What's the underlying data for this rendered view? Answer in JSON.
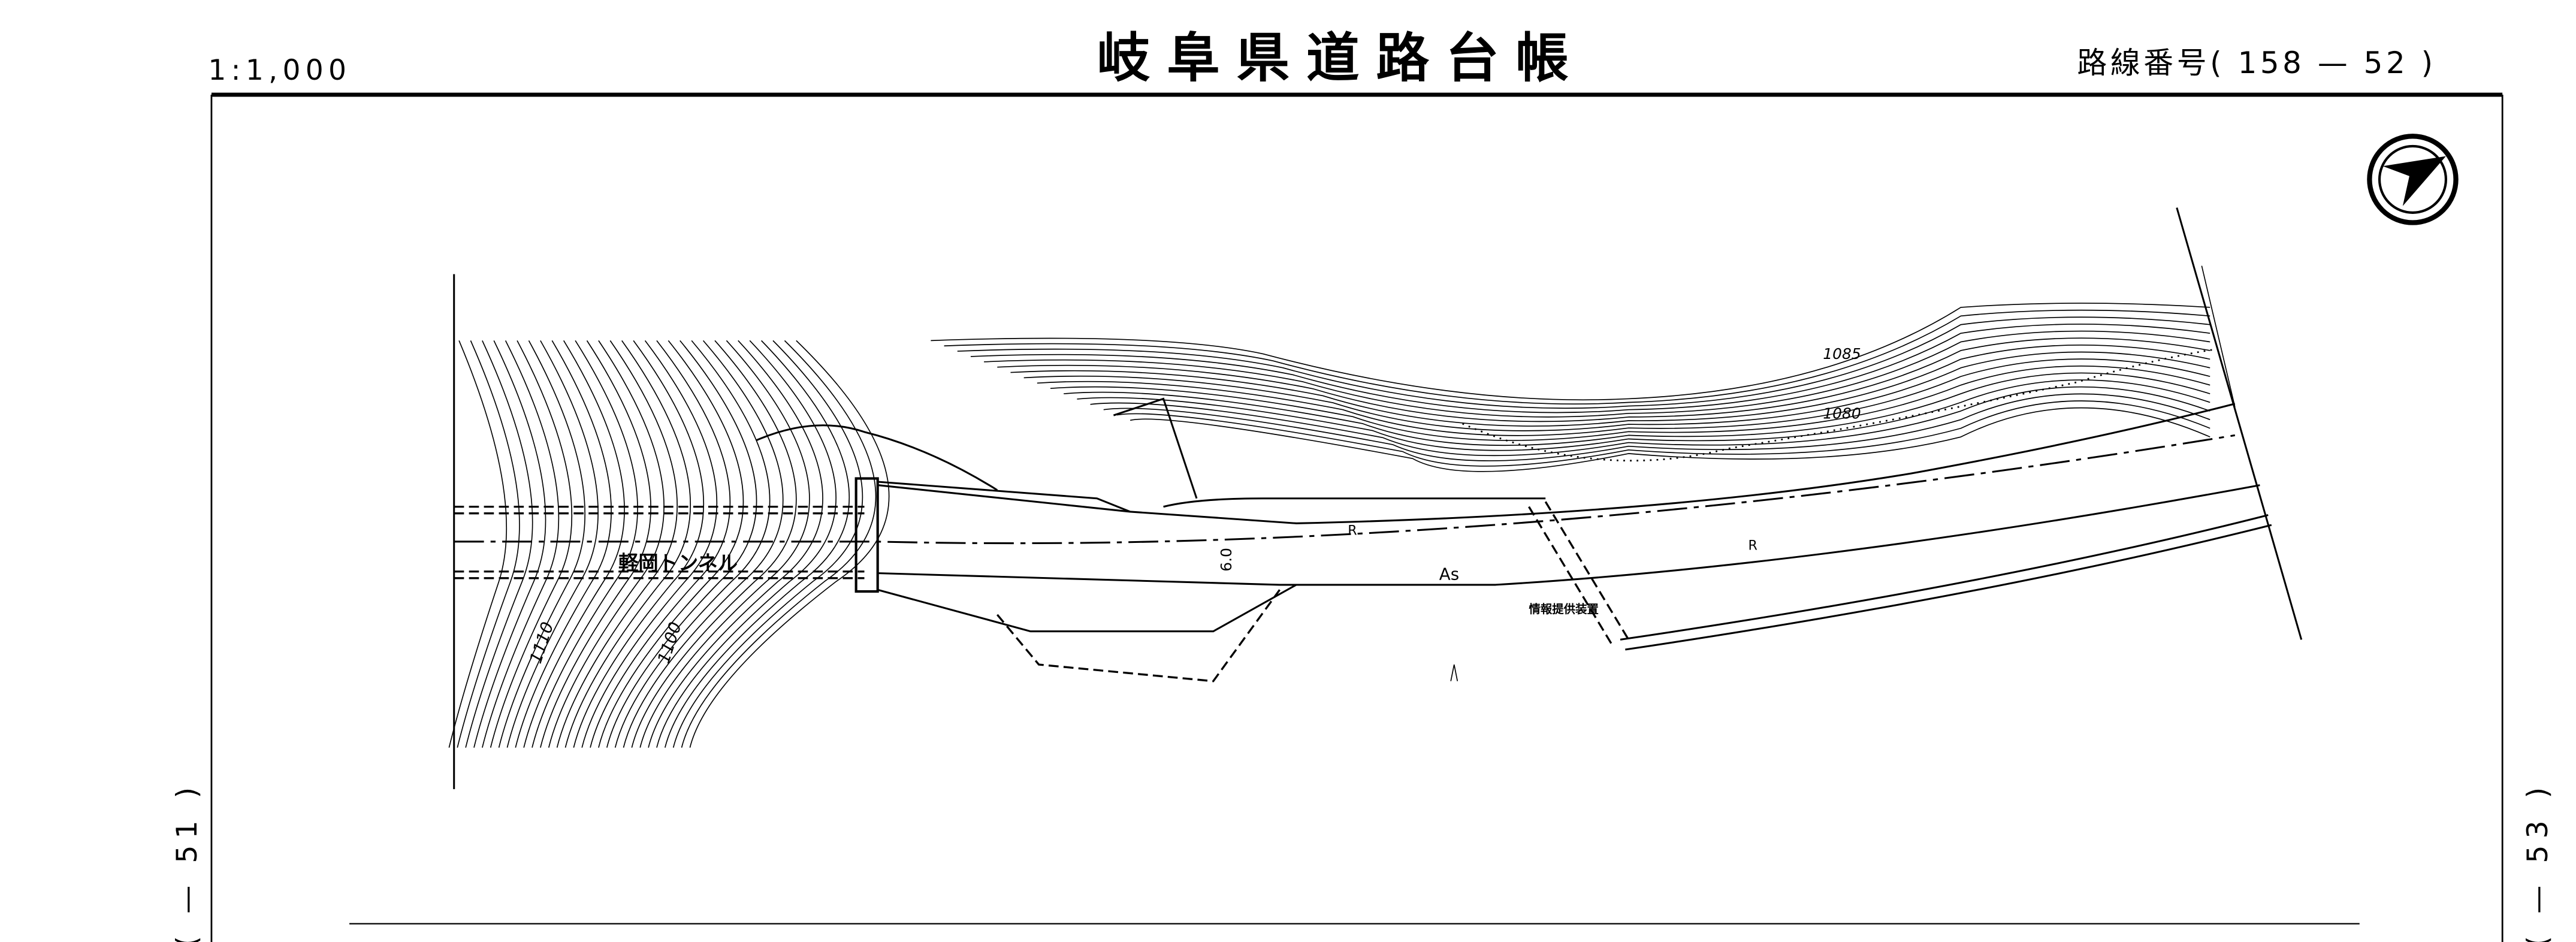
{
  "header": {
    "scale": "1:1,000",
    "title": "岐阜県道路台帳",
    "route_number": "路線番号( 158 — 52 )"
  },
  "side_labels": {
    "left_adjacent_sheet": "( — 51 )",
    "right_adjacent_sheet": "( — 53 )"
  },
  "map": {
    "north_arrow_icon": "north-arrow-icon",
    "contour_labels": [
      "1085",
      "1080",
      "1110",
      "1100"
    ],
    "tunnel_name": "軽岡トンネル",
    "road_width": "6.0",
    "surface_labels": [
      "R",
      "R",
      "As"
    ],
    "facility_label": "情報提供装置"
  }
}
